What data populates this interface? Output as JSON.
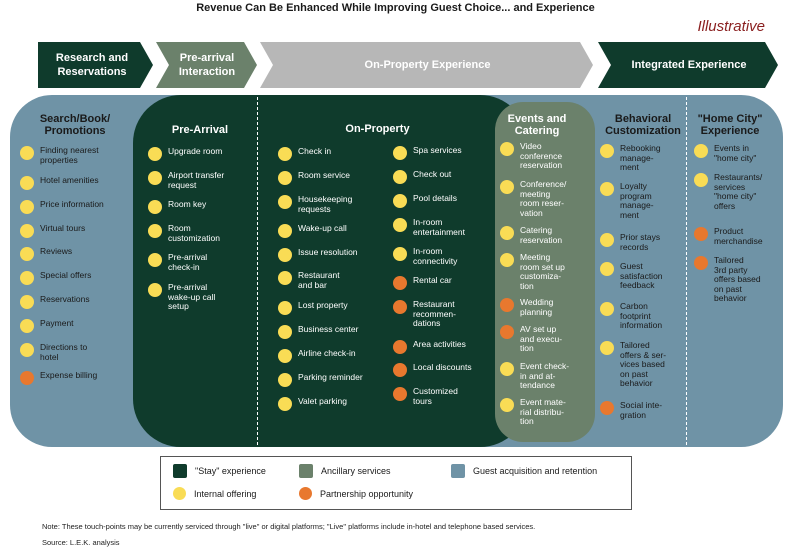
{
  "title": "Revenue Can Be Enhanced While Improving Guest Choice... and Experience",
  "stamp": "Illustrative",
  "colors": {
    "stay": "#0f3b2c",
    "ancillary": "#6b816b",
    "guest": "#6f93a6",
    "internal": "#f9dc55",
    "partnership": "#e8782e"
  },
  "phases": [
    {
      "label": "Research and\nReservations"
    },
    {
      "label": "Pre-arrival\nInteraction"
    },
    {
      "label": "On-Property Experience"
    },
    {
      "label": "Integrated Experience"
    }
  ],
  "columns": {
    "search": {
      "heading": "Search/Book/\nPromotions",
      "items": [
        {
          "label": "Finding nearest\nproperties",
          "type": "internal"
        },
        {
          "label": "Hotel amenities",
          "type": "internal"
        },
        {
          "label": "Price information",
          "type": "internal"
        },
        {
          "label": "Virtual tours",
          "type": "internal"
        },
        {
          "label": "Reviews",
          "type": "internal"
        },
        {
          "label": "Special offers",
          "type": "internal"
        },
        {
          "label": "Reservations",
          "type": "internal"
        },
        {
          "label": "Payment",
          "type": "internal"
        },
        {
          "label": "Directions to\nhotel",
          "type": "internal"
        },
        {
          "label": "Expense billing",
          "type": "partnership"
        }
      ]
    },
    "prearrival": {
      "heading": "Pre-Arrival",
      "items": [
        {
          "label": "Upgrade room",
          "type": "internal"
        },
        {
          "label": "Airport transfer\nrequest",
          "type": "internal"
        },
        {
          "label": "Room key",
          "type": "internal"
        },
        {
          "label": "Room\ncustomization",
          "type": "internal"
        },
        {
          "label": "Pre-arrival\ncheck-in",
          "type": "internal"
        },
        {
          "label": "Pre-arrival\nwake-up call\nsetup",
          "type": "internal"
        }
      ]
    },
    "onproperty": {
      "heading": "On-Property",
      "left": [
        {
          "label": "Check in",
          "type": "internal"
        },
        {
          "label": "Room service",
          "type": "internal"
        },
        {
          "label": "Housekeeping\nrequests",
          "type": "internal"
        },
        {
          "label": "Wake-up call",
          "type": "internal"
        },
        {
          "label": "Issue resolution",
          "type": "internal"
        },
        {
          "label": "Restaurant\nand bar",
          "type": "internal"
        },
        {
          "label": "Lost property",
          "type": "internal"
        },
        {
          "label": "Business center",
          "type": "internal"
        },
        {
          "label": "Airline check-in",
          "type": "internal"
        },
        {
          "label": "Parking reminder",
          "type": "internal"
        },
        {
          "label": "Valet parking",
          "type": "internal"
        }
      ],
      "right": [
        {
          "label": "Spa services",
          "type": "internal"
        },
        {
          "label": "Check out",
          "type": "internal"
        },
        {
          "label": "Pool details",
          "type": "internal"
        },
        {
          "label": "In-room\nentertainment",
          "type": "internal"
        },
        {
          "label": "In-room\nconnectivity",
          "type": "internal"
        },
        {
          "label": "Rental car",
          "type": "partnership"
        },
        {
          "label": "Restaurant\nrecommen-\ndations",
          "type": "partnership"
        },
        {
          "label": "Area activities",
          "type": "partnership"
        },
        {
          "label": "Local discounts",
          "type": "partnership"
        },
        {
          "label": "Customized\ntours",
          "type": "partnership"
        }
      ]
    },
    "events": {
      "heading": "Events and\nCatering",
      "items": [
        {
          "label": "Video\nconference\nreservation",
          "type": "internal"
        },
        {
          "label": "Conference/\nmeeting\nroom reser-\nvation",
          "type": "internal"
        },
        {
          "label": "Catering\nreservation",
          "type": "internal"
        },
        {
          "label": "Meeting\nroom set up\ncustomiza-\ntion",
          "type": "internal"
        },
        {
          "label": "Wedding\nplanning",
          "type": "partnership"
        },
        {
          "label": "AV set up\nand execu-\ntion",
          "type": "partnership"
        },
        {
          "label": "Event check-\nin and at-\ntendance",
          "type": "internal"
        },
        {
          "label": "Event mate-\nrial distribu-\ntion",
          "type": "internal"
        }
      ]
    },
    "behavioral": {
      "heading": "Behavioral\nCustomization",
      "items": [
        {
          "label": "Rebooking\nmanage-\nment",
          "type": "internal"
        },
        {
          "label": "Loyalty\nprogram\nmanage-\nment",
          "type": "internal"
        },
        {
          "label": "Prior stays\nrecords",
          "type": "internal"
        },
        {
          "label": "Guest\nsatisfaction\nfeedback",
          "type": "internal"
        },
        {
          "label": "Carbon\nfootprint\ninformation",
          "type": "internal"
        },
        {
          "label": "Tailored\noffers & ser-\nvices based\non past\nbehavior",
          "type": "internal"
        },
        {
          "label": "Social inte-\ngration",
          "type": "partnership"
        }
      ]
    },
    "homecity": {
      "heading": "\"Home City\"\nExperience",
      "items": [
        {
          "label": "Events in\n\"home city\"",
          "type": "internal"
        },
        {
          "label": "Restaurants/\nservices\n\"home city\"\noffers",
          "type": "internal"
        },
        {
          "label": "Product\nmerchandise",
          "type": "partnership"
        },
        {
          "label": "Tailored\n3rd party\noffers based\non past\nbehavior",
          "type": "partnership"
        }
      ]
    }
  },
  "legend": {
    "stay": "\"Stay\" experience",
    "ancillary": "Ancillary services",
    "guest": "Guest acquisition and retention",
    "internal": "Internal offering",
    "partnership": "Partnership opportunity"
  },
  "note": "Note: These touch-points may be currently serviced through \"live\" or digital platforms; \"Live\" platforms include in-hotel and telephone based services.",
  "source": "Source: L.E.K. analysis"
}
